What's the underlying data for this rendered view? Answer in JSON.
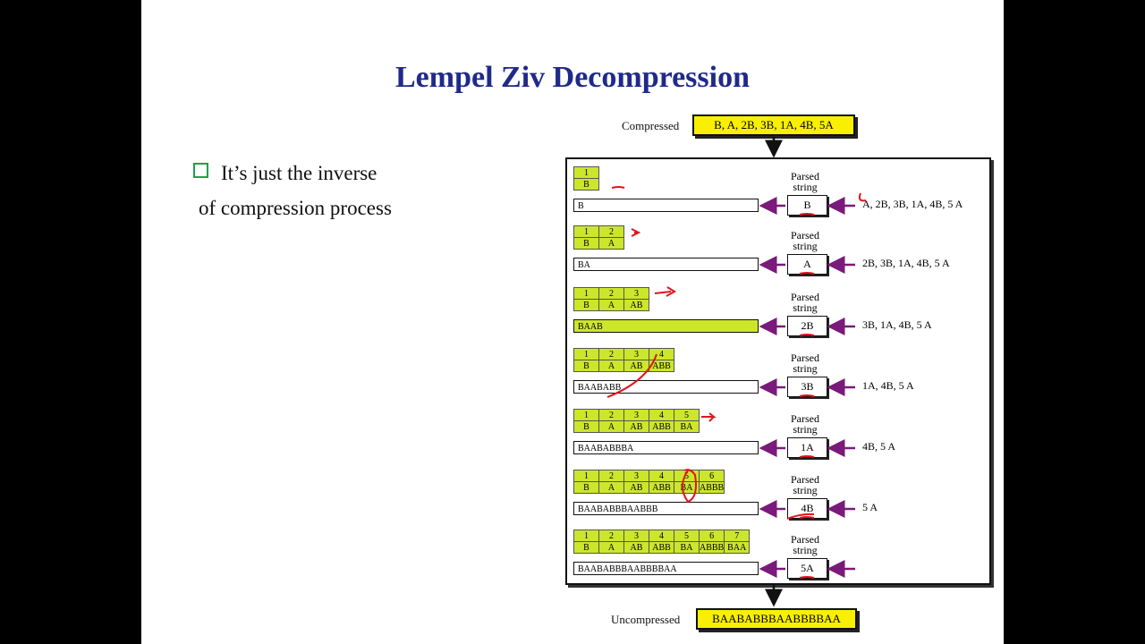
{
  "slide": {
    "title": "Lempel Ziv Decompression",
    "bullet_line1": "It’s just the inverse",
    "bullet_line2": "of compression process"
  },
  "diagram": {
    "compressed_label": "Compressed",
    "compressed_value": "B, A, 2B, 3B, 1A, 4B, 5A",
    "uncompressed_label": "Uncompressed",
    "uncompressed_value": "BAABABBBAABBBBAA",
    "parsed_label_1": "Parsed",
    "parsed_label_2": "string",
    "steps": [
      {
        "dict": [
          "B"
        ],
        "string": "B",
        "parsed": "B",
        "remaining": "A, 2B, 3B, 1A, 4B, 5 A",
        "green": false
      },
      {
        "dict": [
          "B",
          "A"
        ],
        "string": "BA",
        "parsed": "A",
        "remaining": "2B, 3B, 1A, 4B, 5 A",
        "green": false
      },
      {
        "dict": [
          "B",
          "A",
          "AB"
        ],
        "string": "BAAB",
        "parsed": "2B",
        "remaining": "3B, 1A, 4B, 5 A",
        "green": true
      },
      {
        "dict": [
          "B",
          "A",
          "AB",
          "ABB"
        ],
        "string": "BAABABB",
        "parsed": "3B",
        "remaining": "1A, 4B, 5 A",
        "green": false
      },
      {
        "dict": [
          "B",
          "A",
          "AB",
          "ABB",
          "BA"
        ],
        "string": "BAABABBBA",
        "parsed": "1A",
        "remaining": "4B, 5 A",
        "green": false
      },
      {
        "dict": [
          "B",
          "A",
          "AB",
          "ABB",
          "BA",
          "ABBB"
        ],
        "string": "BAABABBBAABBB",
        "parsed": "4B",
        "remaining": "5 A",
        "green": false
      },
      {
        "dict": [
          "B",
          "A",
          "AB",
          "ABB",
          "BA",
          "ABBB",
          "BAA"
        ],
        "string": "BAABABBBAABBBBAA",
        "parsed": "5A",
        "remaining": "",
        "green": false
      }
    ]
  },
  "colors": {
    "title": "#1f2a8a",
    "highlight": "#f8f000",
    "dictionary": "#cce62b",
    "arrow": "#7a1a7a",
    "annotation": "#e0141e"
  }
}
